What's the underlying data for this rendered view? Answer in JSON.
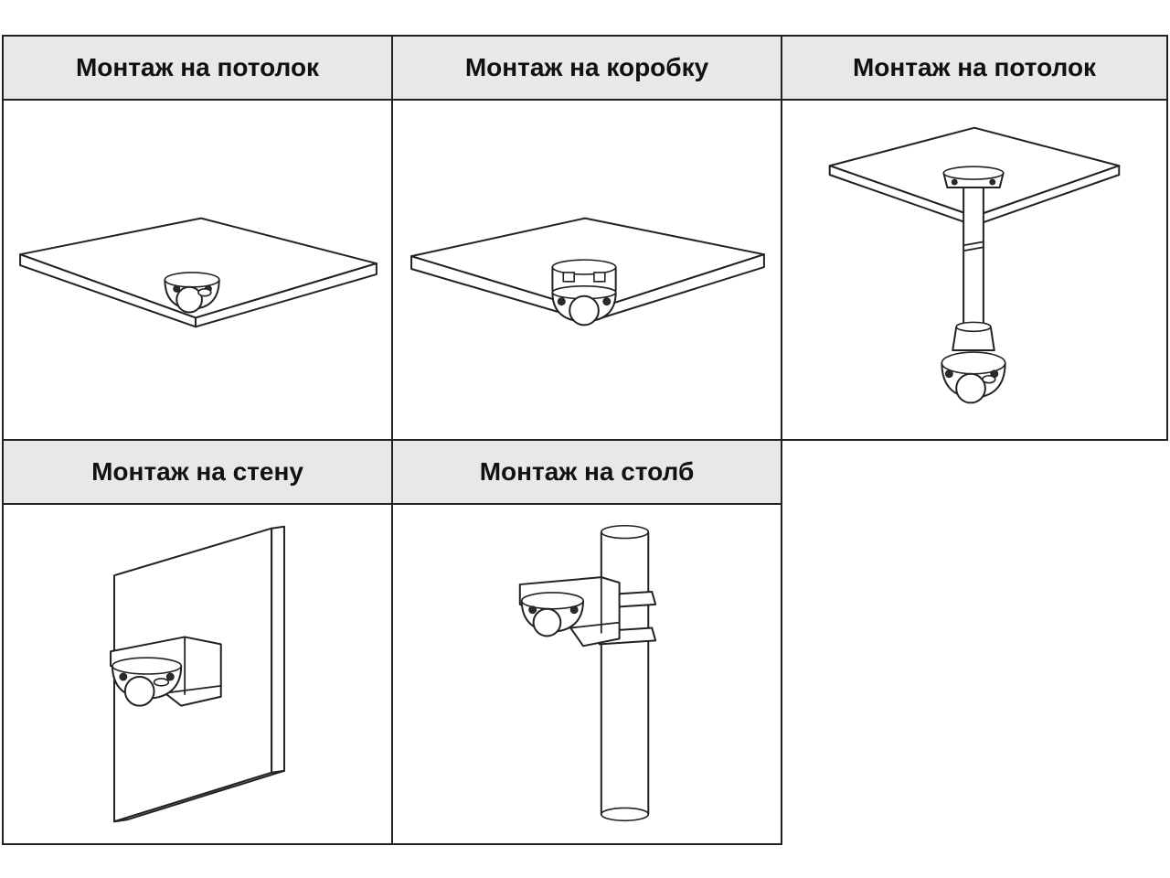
{
  "mounting_options": [
    {
      "title": "Монтаж на потолок"
    },
    {
      "title": "Монтаж на коробку"
    },
    {
      "title": "Монтаж на потолок"
    },
    {
      "title": "Монтаж на стену"
    },
    {
      "title": "Монтаж на столб"
    }
  ]
}
